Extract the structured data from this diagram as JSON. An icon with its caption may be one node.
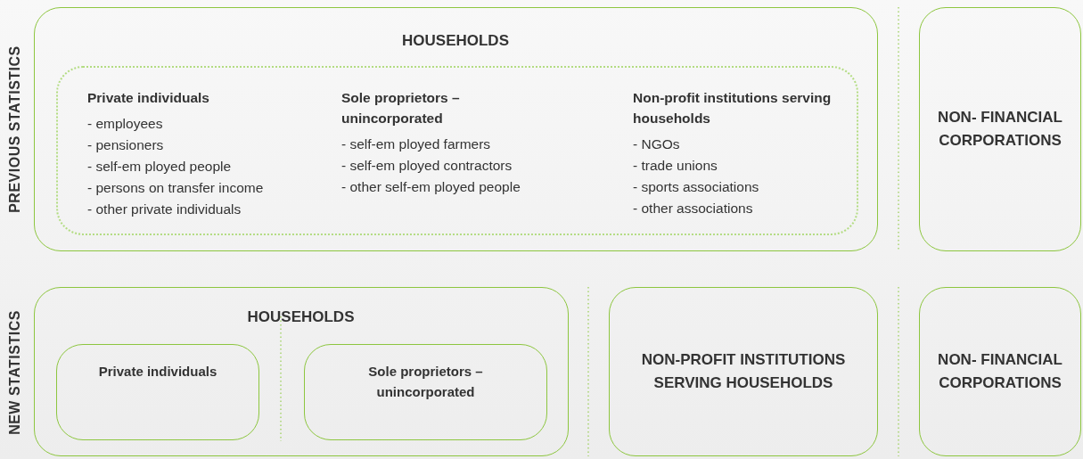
{
  "diagram": {
    "nodes": [
      {
        "text": [
          "HOUSEHOLDS"
        ]
      },
      {
        "text": [
          "Private individuals",
          "- employees",
          "- pensioners",
          "- self-em ployed people",
          "- persons on transfer income",
          "- other private individuals",
          "Sole proprietors – unincorporated",
          "- self-em ployed farmers",
          "- self-em ployed contractors",
          "- other self-em ployed people",
          "Non-profit institutions serving households",
          "- NGOs",
          "- trade unions",
          "- sports associations",
          "- other associations"
        ],
        "in": 0
      },
      {
        "text": [
          "NON- FINANCIAL CORPORATIONS"
        ]
      },
      {
        "text": [
          "HOUSEHOLDS"
        ]
      },
      {
        "text": [
          "Private individuals"
        ],
        "in": 3
      },
      {
        "text": [
          "Sole proprietors – unincorporated"
        ],
        "in": 3
      },
      {
        "text": [
          "NON-PROFIT INSTITUTIONS SERVING HOUSEHOLDS"
        ]
      },
      {
        "text": [
          "NON- FINANCIAL CORPORATIONS"
        ]
      }
    ],
    "labels": [
      "PREVIOUS STATISTICS",
      "NEW STATISTICS"
    ]
  }
}
